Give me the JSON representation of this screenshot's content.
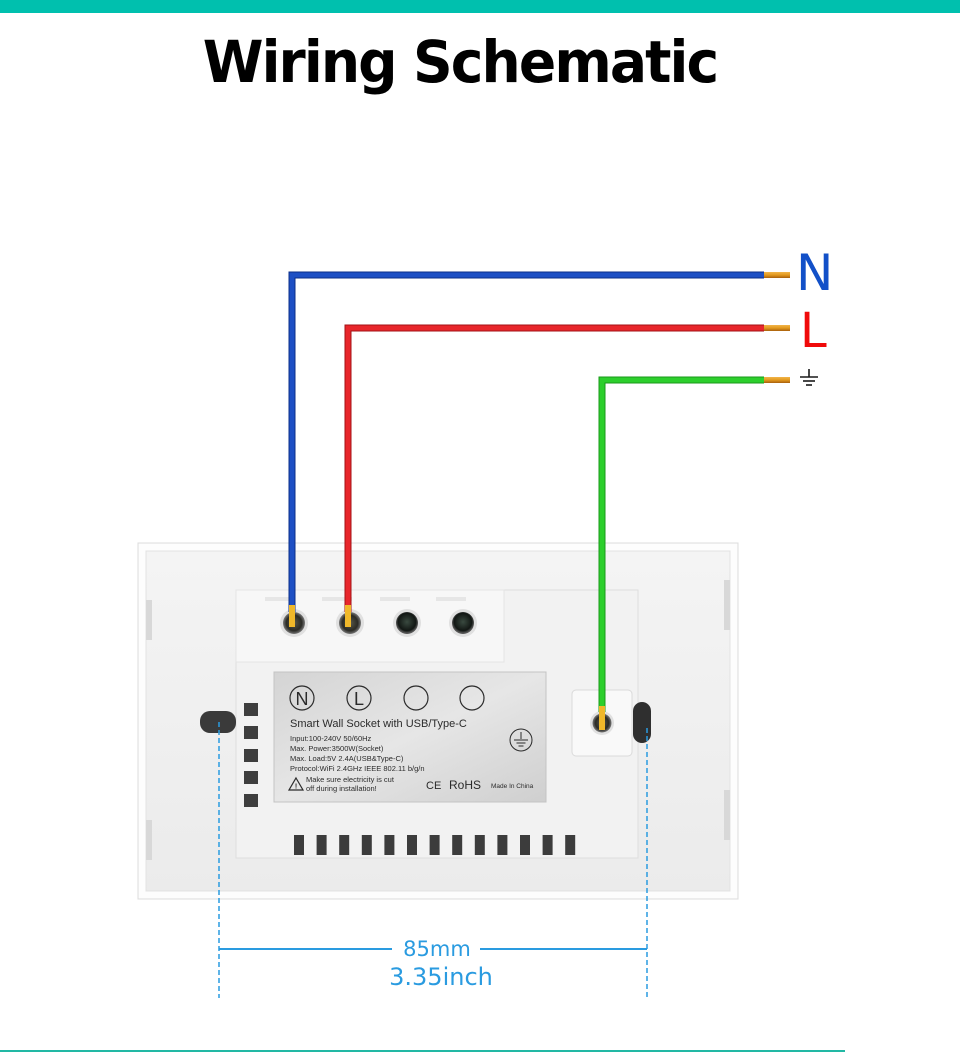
{
  "title": "Wiring Schematic",
  "wires": [
    {
      "id": "neutral",
      "label": "N",
      "color": "#1d4fc4",
      "label_color": "#1250c8"
    },
    {
      "id": "live",
      "label": "L",
      "color": "#e8262b",
      "label_color": "#f00a0a"
    },
    {
      "id": "earth",
      "label": "⏚",
      "color": "#2ccf2c",
      "label_color": "#1a1a1a"
    }
  ],
  "device": {
    "terminals": [
      "N",
      "L",
      "",
      ""
    ],
    "product_name": "Smart Wall Socket with USB/Type-C",
    "specs": [
      "Input:100-240V 50/60Hz",
      "Max. Power:3500W(Socket)",
      "Max. Load:5V 2.4A(USB&Type-C)",
      "Protocol:WiFi 2.4GHz IEEE 802.11 b/g/n"
    ],
    "warning": [
      "Make sure electricity is cut",
      "off during installation!"
    ],
    "certifications": [
      "CE",
      "RoHS"
    ],
    "origin": "Made In China"
  },
  "dimension": {
    "metric": "85mm",
    "imperial": "3.35inch",
    "color": "#2a9be0"
  }
}
